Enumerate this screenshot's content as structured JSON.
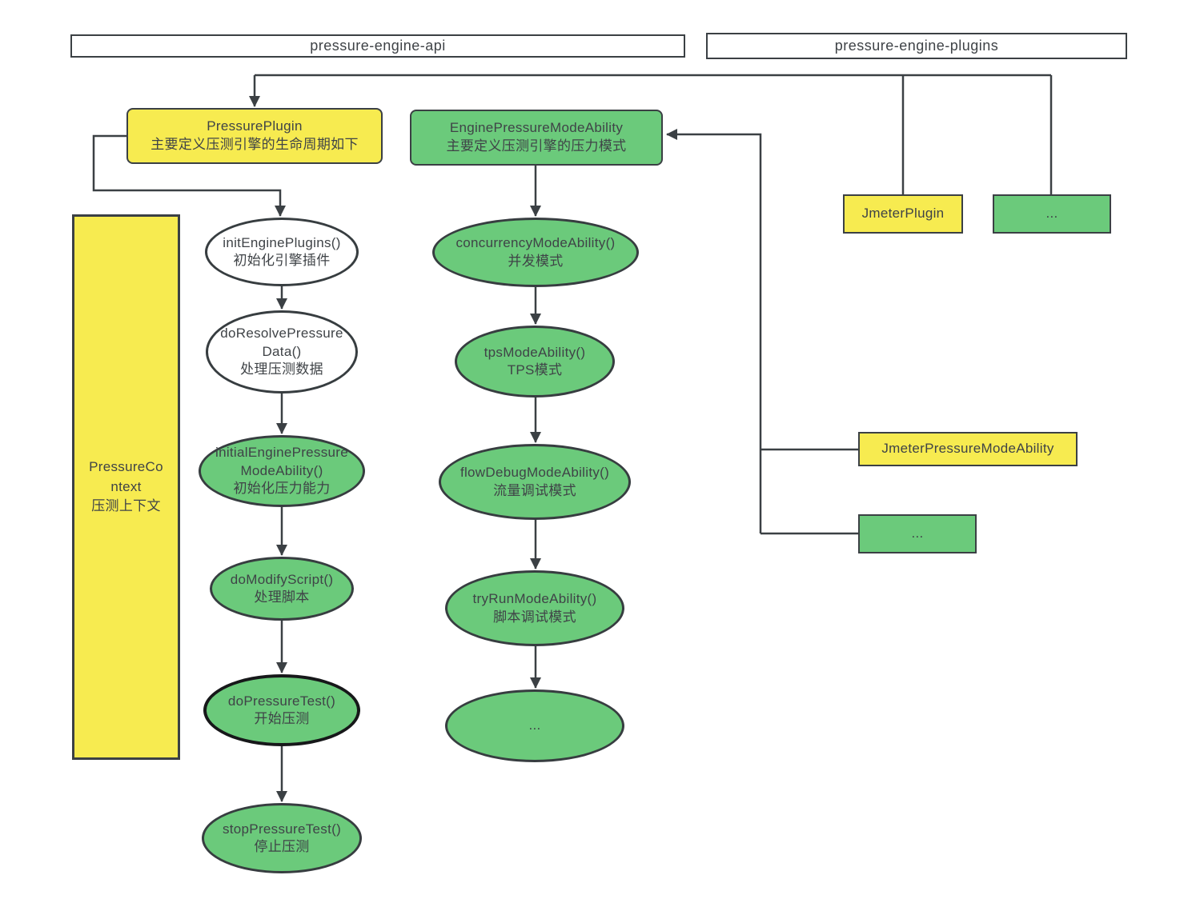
{
  "headers": {
    "api": "pressure-engine-api",
    "plugins": "pressure-engine-plugins"
  },
  "classes": {
    "pressure_plugin": {
      "name": "PressurePlugin",
      "desc": "主要定义压测引擎的生命周期如下"
    },
    "engine_pressure_mode_ability": {
      "name": "EnginePressureModeAbility",
      "desc": "主要定义压测引擎的压力模式"
    },
    "pressure_context": {
      "name": "PressureContext",
      "desc": "压测上下文"
    },
    "jmeter_plugin": {
      "name": "JmeterPlugin"
    },
    "plugin_more": {
      "name": "..."
    },
    "jmeter_pressure_mode_ability": {
      "name": "JmeterPressureModeAbility"
    },
    "mode_more": {
      "name": "..."
    }
  },
  "lifecycle_steps": [
    {
      "title": "initEnginePlugins()",
      "subtitle": "初始化引擎插件"
    },
    {
      "title": "doResolvePressureData()",
      "subtitle": "处理压测数据"
    },
    {
      "title": "initialEnginePressureModeAbility()",
      "subtitle": "初始化压力能力"
    },
    {
      "title": "doModifyScript()",
      "subtitle": "处理脚本"
    },
    {
      "title": "doPressureTest()",
      "subtitle": "开始压测"
    },
    {
      "title": "stopPressureTest()",
      "subtitle": "停止压测"
    }
  ],
  "mode_steps": [
    {
      "title": "concurrencyModeAbility()",
      "subtitle": "并发模式"
    },
    {
      "title": "tpsModeAbility()",
      "subtitle": "TPS模式"
    },
    {
      "title": "flowDebugModeAbility()",
      "subtitle": "流量调试模式"
    },
    {
      "title": "tryRunModeAbility()",
      "subtitle": "脚本调试模式"
    },
    {
      "title": "...",
      "subtitle": ""
    }
  ],
  "colors": {
    "yellow": "#f7eb50",
    "green": "#6bca7b",
    "line": "#3b4044",
    "text": "#3f4347"
  }
}
